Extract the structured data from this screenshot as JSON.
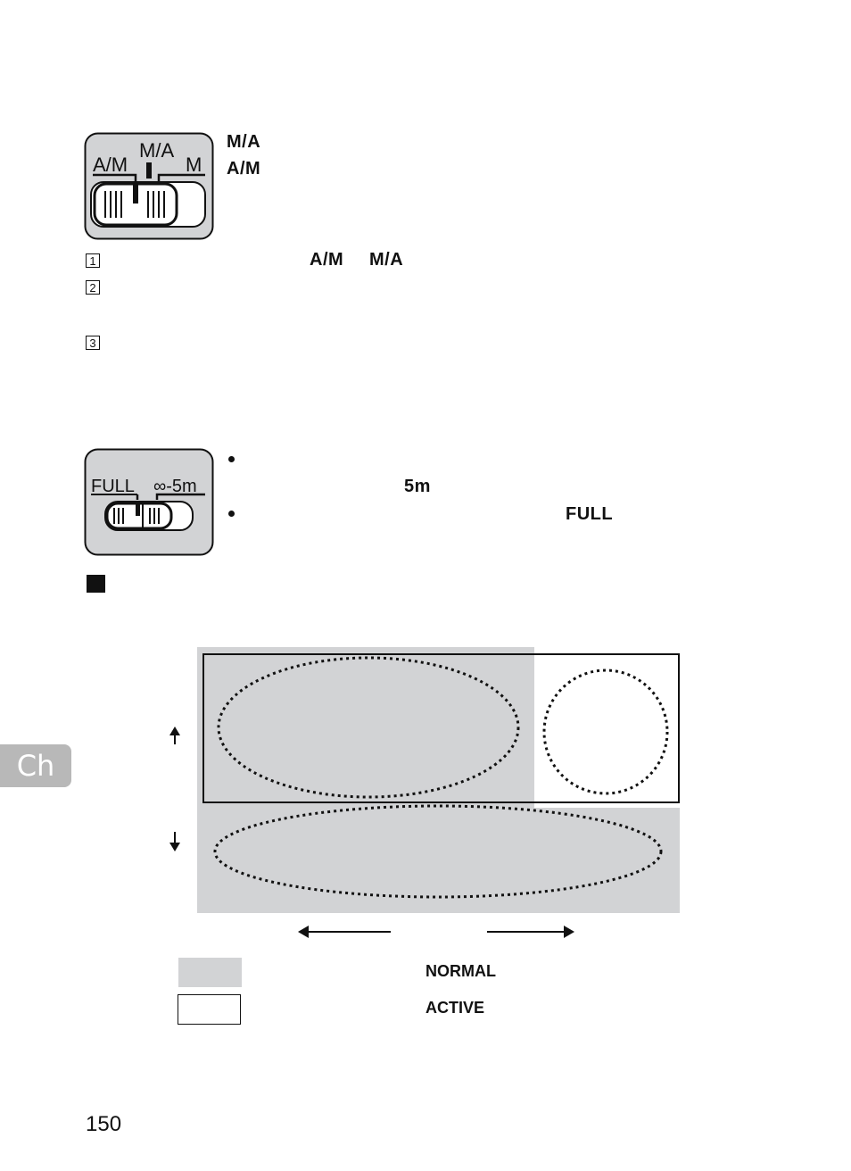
{
  "switch1": {
    "label_am": "A/M",
    "label_ma": "M/A",
    "label_m": "M"
  },
  "mode_list": {
    "mode1": "M/A",
    "mode2": "A/M"
  },
  "steps": [
    {
      "num": "1",
      "value_a": "A/M",
      "value_b": "M/A"
    },
    {
      "num": "2"
    },
    {
      "num": "3"
    }
  ],
  "switch2": {
    "label_full": "FULL",
    "label_range": "∞-5m"
  },
  "bullets": [
    {
      "value": "5m"
    },
    {
      "value": "FULL"
    }
  ],
  "legend": {
    "normal": "NORMAL",
    "active": "ACTIVE"
  },
  "chapter_tab": "Ch",
  "page_number": "150",
  "colors": {
    "gray_fill": "#d2d3d5",
    "tab": "#b8b8b8"
  }
}
